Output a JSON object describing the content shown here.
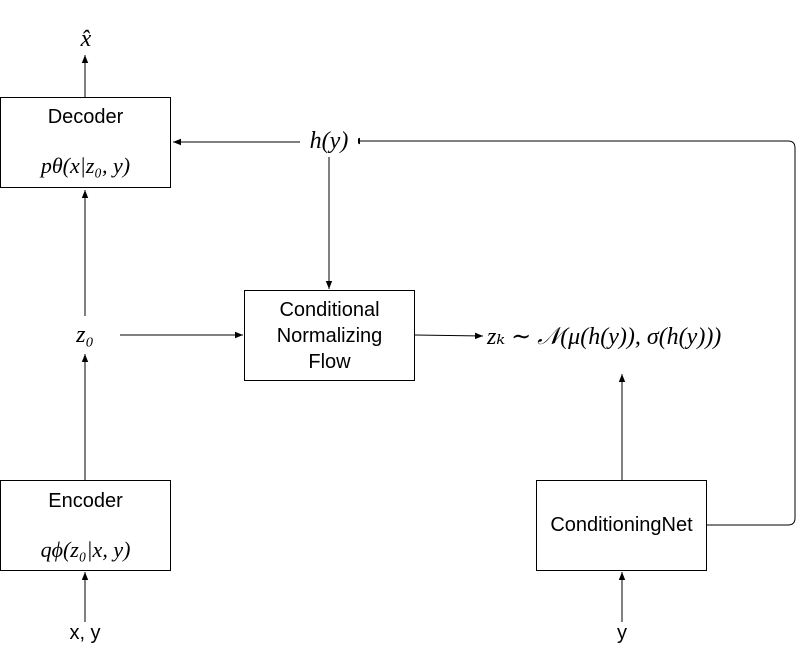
{
  "decoder": {
    "title": "Decoder",
    "formula": "pθ(x|z₀, y)"
  },
  "encoder": {
    "title": "Encoder",
    "formula": "qϕ(z₀|x, y)"
  },
  "flow": {
    "line1": "Conditional",
    "line2": "Normalizing",
    "line3": "Flow"
  },
  "conditioning_net": {
    "title": "ConditioningNet"
  },
  "symbols": {
    "x_hat": "x̂",
    "h_y": "h(y)",
    "z0": "z₀",
    "zk_dist": "zₖ ∼ 𝒩(μ(h(y)), σ(h(y)))"
  },
  "inputs": {
    "encoder_input": "x, y",
    "conditioning_input": "y"
  }
}
